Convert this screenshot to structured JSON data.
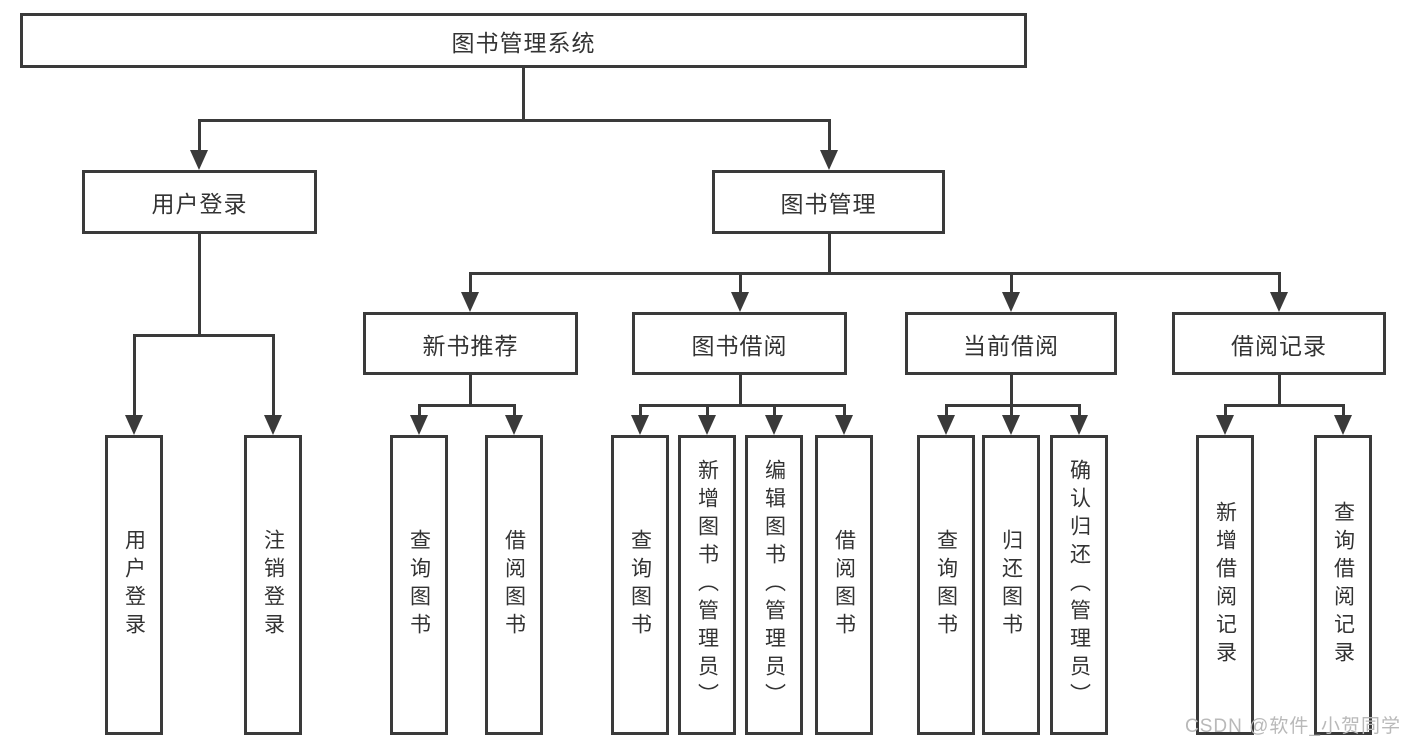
{
  "diagram": {
    "title_note": "library management system functional structure diagram",
    "root": {
      "label": "图书管理系统"
    },
    "level2": {
      "user_login": {
        "label": "用户登录"
      },
      "book_management": {
        "label": "图书管理"
      }
    },
    "level3": {
      "new_book_recommend": {
        "label": "新书推荐"
      },
      "book_borrow": {
        "label": "图书借阅"
      },
      "current_borrow": {
        "label": "当前借阅"
      },
      "borrow_records": {
        "label": "借阅记录"
      }
    },
    "leaves": {
      "login": [
        {
          "label": "用户登录"
        },
        {
          "label": "注销登录"
        }
      ],
      "newbook": [
        {
          "label": "查询图书"
        },
        {
          "label": "借阅图书"
        }
      ],
      "borrow": [
        {
          "label": "查询图书"
        },
        {
          "label": "新增图书（管理员）"
        },
        {
          "label": "编辑图书（管理员）"
        },
        {
          "label": "借阅图书"
        }
      ],
      "current": [
        {
          "label": "查询图书"
        },
        {
          "label": "归还图书"
        },
        {
          "label": "确认归还（管理员）"
        }
      ],
      "records": [
        {
          "label": "新增借阅记录"
        },
        {
          "label": "查询借阅记录"
        }
      ]
    },
    "watermark": "CSDN @软件_小贺同学",
    "colors": {
      "line": "#3a3a3a",
      "text": "#333333",
      "background": "#ffffff",
      "watermark": "#b9b9b9"
    }
  }
}
